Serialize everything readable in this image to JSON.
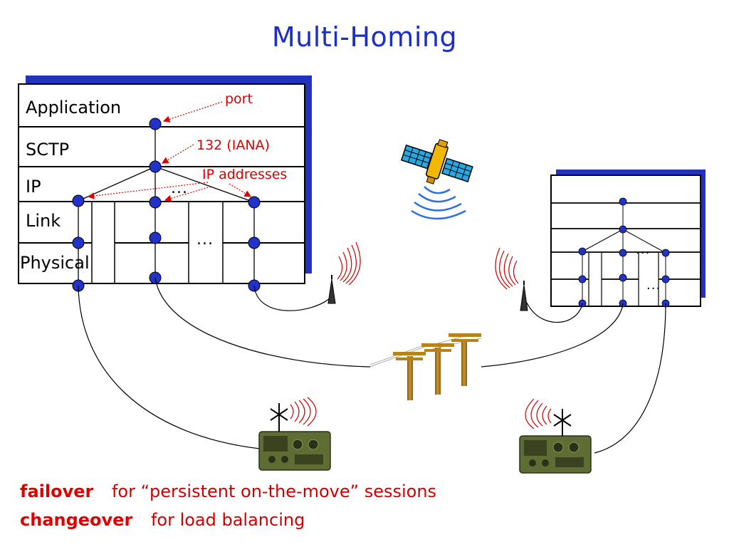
{
  "title": "Multi-Homing",
  "left_stack": {
    "layers": [
      "Application",
      "SCTP",
      "IP",
      "Link",
      "Physical"
    ]
  },
  "annotations": {
    "port": "port",
    "iana": "132 (IANA)",
    "ip_addresses": "IP addresses"
  },
  "ellipsis": "...",
  "notes": [
    {
      "keyword": "failover",
      "text": "for “persistent on-the-move” sessions"
    },
    {
      "keyword": "changeover",
      "text": "for load balancing"
    }
  ],
  "colors": {
    "title": "#1b2fc8",
    "node": "#2233cc",
    "shadow": "#2233bb",
    "annotation": "#dd0000",
    "pole": "#b5821c"
  },
  "icons": [
    "satellite-icon",
    "antenna-tower-icon",
    "telephone-pole-icon",
    "field-radio-icon"
  ]
}
